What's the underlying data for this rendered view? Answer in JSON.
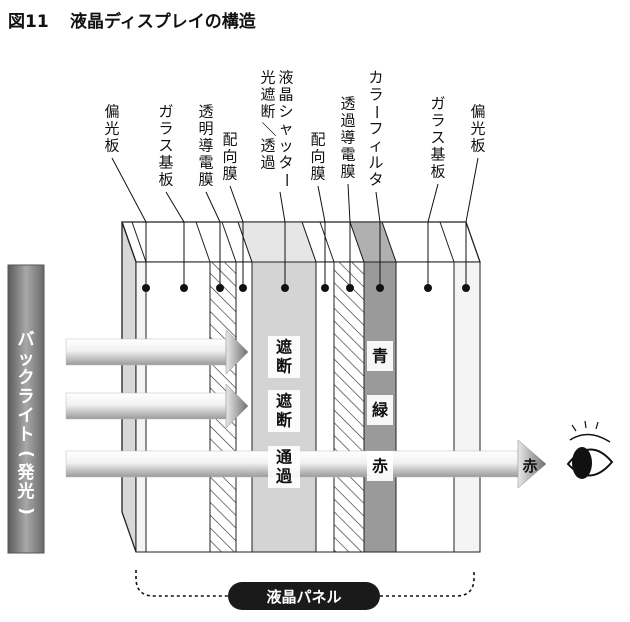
{
  "figure": {
    "number": "図11",
    "title": "液晶ディスプレイの構造"
  },
  "backlight": {
    "label": "バックライト(発光)"
  },
  "layers": [
    {
      "id": "polarizer-back",
      "label": "偏光板"
    },
    {
      "id": "glass-back",
      "label": "ガラス基板"
    },
    {
      "id": "transparent-electrode-back",
      "label": "透明導電膜"
    },
    {
      "id": "alignment-back",
      "label": "配向膜"
    },
    {
      "id": "lc-shutter",
      "label": "液晶シャッター光遮断/透過"
    },
    {
      "id": "alignment-front",
      "label": "配向膜"
    },
    {
      "id": "transparent-electrode-front",
      "label": "透過導電膜"
    },
    {
      "id": "color-filter",
      "label": "カラーフィルタ"
    },
    {
      "id": "glass-front",
      "label": "ガラス基板"
    },
    {
      "id": "polarizer-front",
      "label": "偏光板"
    }
  ],
  "shutter_states": [
    {
      "text": "遮断"
    },
    {
      "text": "遮断"
    },
    {
      "text": "通過"
    }
  ],
  "filter_colors": [
    {
      "text": "青"
    },
    {
      "text": "緑"
    },
    {
      "text": "赤"
    }
  ],
  "output": {
    "label": "赤"
  },
  "panel": {
    "label": "液晶パネル"
  }
}
